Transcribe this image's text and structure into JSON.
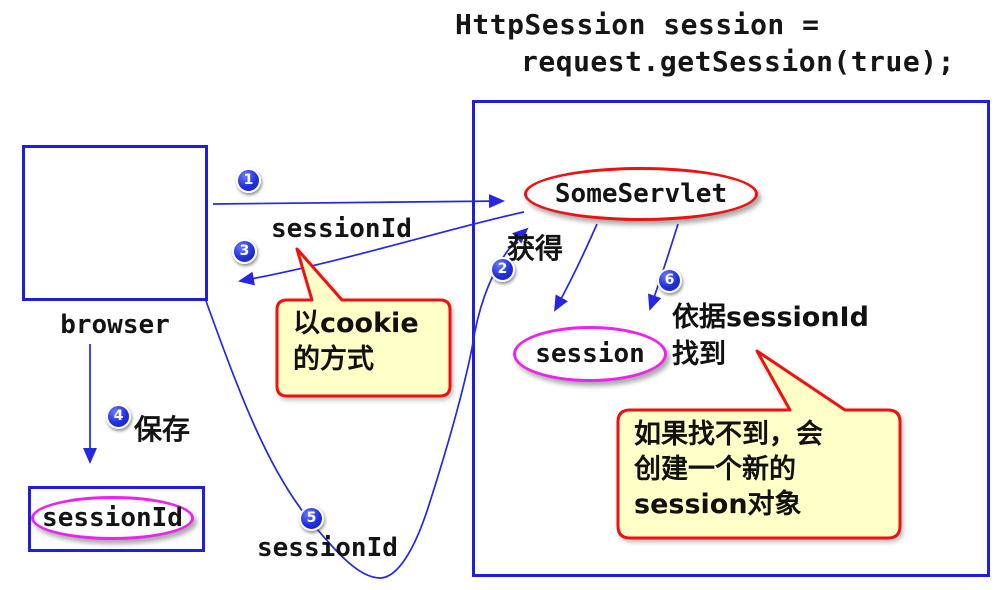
{
  "code": {
    "line1": "HttpSession session =",
    "line2": "request.getSession(true);"
  },
  "browser": {
    "label": "browser"
  },
  "server": {
    "servlet_label": "SomeServlet",
    "session_label": "session",
    "obtain_label": "获得",
    "lookup_line1": "依据sessionId",
    "lookup_line2": "找到"
  },
  "annotations": {
    "cookie_session_id": "sessionId",
    "resend_session_id": "sessionId",
    "save_label": "保存"
  },
  "storage": {
    "stored_value": "sessionId"
  },
  "callouts": {
    "cookie": {
      "line1": "以cookie",
      "line2": "的方式"
    },
    "not_found": {
      "line1": "如果找不到，会",
      "line2": "创建一个新的",
      "line3": "session对象"
    }
  },
  "steps": [
    "1",
    "2",
    "3",
    "4",
    "5",
    "6"
  ],
  "colors": {
    "line_blue": "#2626e4",
    "box_blue": "#1e1ee0",
    "servlet_red": "#ee1111",
    "session_magenta": "#ee22ee",
    "callout_fill": "#ffffc8",
    "callout_border": "#ee1111",
    "badge_blue": "#2030d8",
    "text": "#111111"
  }
}
